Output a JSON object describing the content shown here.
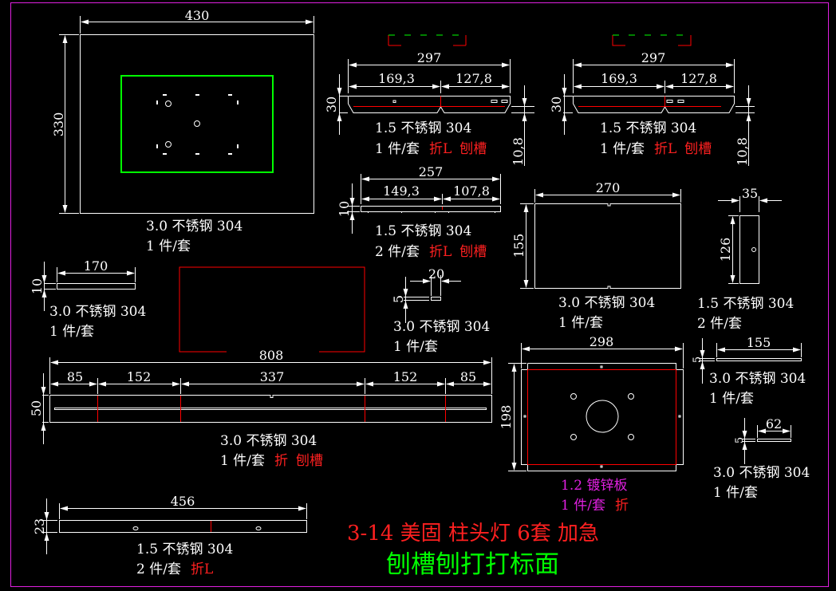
{
  "colors": {
    "background": "#000000",
    "frame": "#e020e0",
    "line": "#ffffff",
    "bend": "#ff0000",
    "green": "#00ff00",
    "magenta_text": "#e020e0"
  },
  "parts": [
    {
      "id": "top-plate",
      "dims": {
        "width": "430",
        "height": "330"
      },
      "material": "3.0 不锈钢 304",
      "qty": "1 件/套",
      "notes": []
    },
    {
      "id": "channel-a",
      "dims": {
        "total": "297",
        "left": "169,3",
        "right": "127,8",
        "height": "30",
        "side": "10,8"
      },
      "material": "1.5 不锈钢 304",
      "qty": "1 件/套",
      "notes": [
        "折L",
        "刨槽"
      ]
    },
    {
      "id": "channel-b",
      "dims": {
        "total": "297",
        "left": "169,3",
        "right": "127,8",
        "height": "30",
        "side": "10,8"
      },
      "material": "1.5 不锈钢 304",
      "qty": "1 件/套",
      "notes": [
        "折L",
        "刨槽"
      ]
    },
    {
      "id": "strip-257",
      "dims": {
        "total": "257",
        "left": "149,3",
        "right": "107,8",
        "height": "10"
      },
      "material": "1.5 不锈钢 304",
      "qty": "2 件/套",
      "notes": [
        "折L",
        "刨槽"
      ]
    },
    {
      "id": "plate-270",
      "dims": {
        "width": "270",
        "height": "155"
      },
      "material": "3.0 不锈钢 304",
      "qty": "1 件/套",
      "notes": []
    },
    {
      "id": "bracket-35",
      "dims": {
        "width": "35",
        "height": "126"
      },
      "material": "1.5 不锈钢 304",
      "qty": "2 件/套",
      "notes": []
    },
    {
      "id": "bar-170",
      "dims": {
        "width": "170",
        "height": "10"
      },
      "material": "3.0 不锈钢 304",
      "qty": "1 件/套",
      "notes": []
    },
    {
      "id": "bar-20",
      "dims": {
        "width": "20",
        "height": "5"
      },
      "material": "3.0 不锈钢 304",
      "qty": "1 件/套",
      "notes": []
    },
    {
      "id": "long-strip-808",
      "dims": {
        "total": "808",
        "segments": [
          "85",
          "152",
          "337",
          "152",
          "85"
        ],
        "height": "50"
      },
      "material": "3.0 不锈钢 304",
      "qty": "1 件/套",
      "notes": [
        "折",
        "刨槽"
      ]
    },
    {
      "id": "base-plate-298",
      "dims": {
        "width": "298",
        "height": "198"
      },
      "material": "1.2 镀锌板",
      "qty": "1 件/套",
      "notes": [
        "折"
      ]
    },
    {
      "id": "bar-155",
      "dims": {
        "width": "155",
        "height": "5"
      },
      "material": "3.0 不锈钢 304",
      "qty": "1 件/套",
      "notes": []
    },
    {
      "id": "bar-62",
      "dims": {
        "width": "62",
        "height": "5"
      },
      "material": "3.0 不锈钢 304",
      "qty": "1 件/套",
      "notes": []
    },
    {
      "id": "strip-456",
      "dims": {
        "width": "456",
        "height": "23"
      },
      "material": "1.5 不锈钢 304",
      "qty": "2 件/套",
      "notes": [
        "折L"
      ]
    }
  ],
  "title": {
    "order_line": "3-14 美固 柱头灯 6套 加急",
    "process_line": "刨槽刨打打标面"
  }
}
